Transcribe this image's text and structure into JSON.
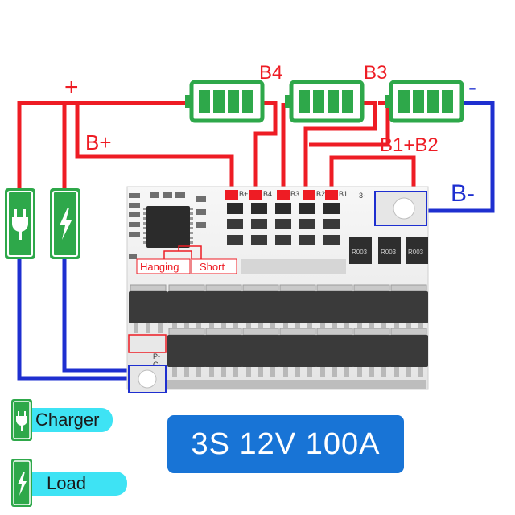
{
  "labels": {
    "plus": "+",
    "minus": "-",
    "b4": "B4",
    "b3": "B3",
    "b_plus": "B+",
    "b1_b2": "B1+B2",
    "b_minus": "B-",
    "hanging": "Hanging",
    "short": "Short",
    "pad_b_plus": "B+",
    "pad_b4": "B4",
    "pad_b3": "B3",
    "pad_b2": "B2",
    "pad_b1": "B1",
    "pad_3": "3-",
    "pad_p": "P-",
    "pad_c": "C-",
    "res1": "R003",
    "res2": "R003",
    "res3": "R003"
  },
  "legend": {
    "charger": "Charger",
    "load": "Load"
  },
  "spec": "3S 12V 100A",
  "colors": {
    "red_wire": "#ee1c24",
    "blue_wire": "#1e2fd0",
    "battery_green": "#2ea84a",
    "spec_bg": "#1874d6",
    "legend_bg": "#3ee3f4"
  }
}
